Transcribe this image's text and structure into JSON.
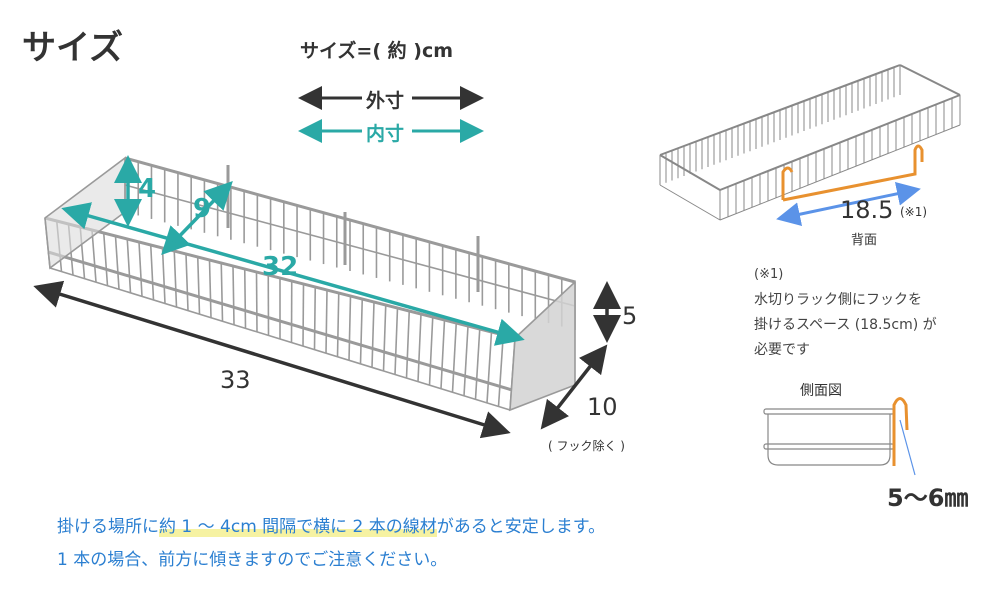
{
  "title": "サイズ",
  "unit_note": "サイズ=( 約 )cm",
  "legend": {
    "outer": "外寸",
    "inner": "内寸"
  },
  "dimensions": {
    "outer_width": "33",
    "outer_height": "5",
    "outer_depth": "10",
    "depth_note": "( フック除く )",
    "inner_height": "4",
    "inner_depth": "9",
    "inner_width": "32"
  },
  "back_view": {
    "dimension": "18.5",
    "mark": "(※1)",
    "label": "背面"
  },
  "footnote": {
    "mark": "(※1)",
    "lines": [
      "水切りラック側にフックを",
      "掛けるスペース (18.5cm) が",
      "必要です"
    ]
  },
  "side_view": {
    "label": "側面図",
    "gap": "5〜6㎜"
  },
  "bottom_text": {
    "line1_pre": "掛ける場所に",
    "line1_highlight": "約 1 〜 4cm 間隔で横に 2 本の線材",
    "line1_post": "があると安定します。",
    "line2": "1 本の場合、前方に傾きますのでご注意ください。"
  },
  "colors": {
    "teal": "#2aa9a6",
    "orange": "#e8912f",
    "blue_text": "#2b7fd1",
    "arrow_blue": "#5b93e8",
    "dark": "#333333"
  }
}
